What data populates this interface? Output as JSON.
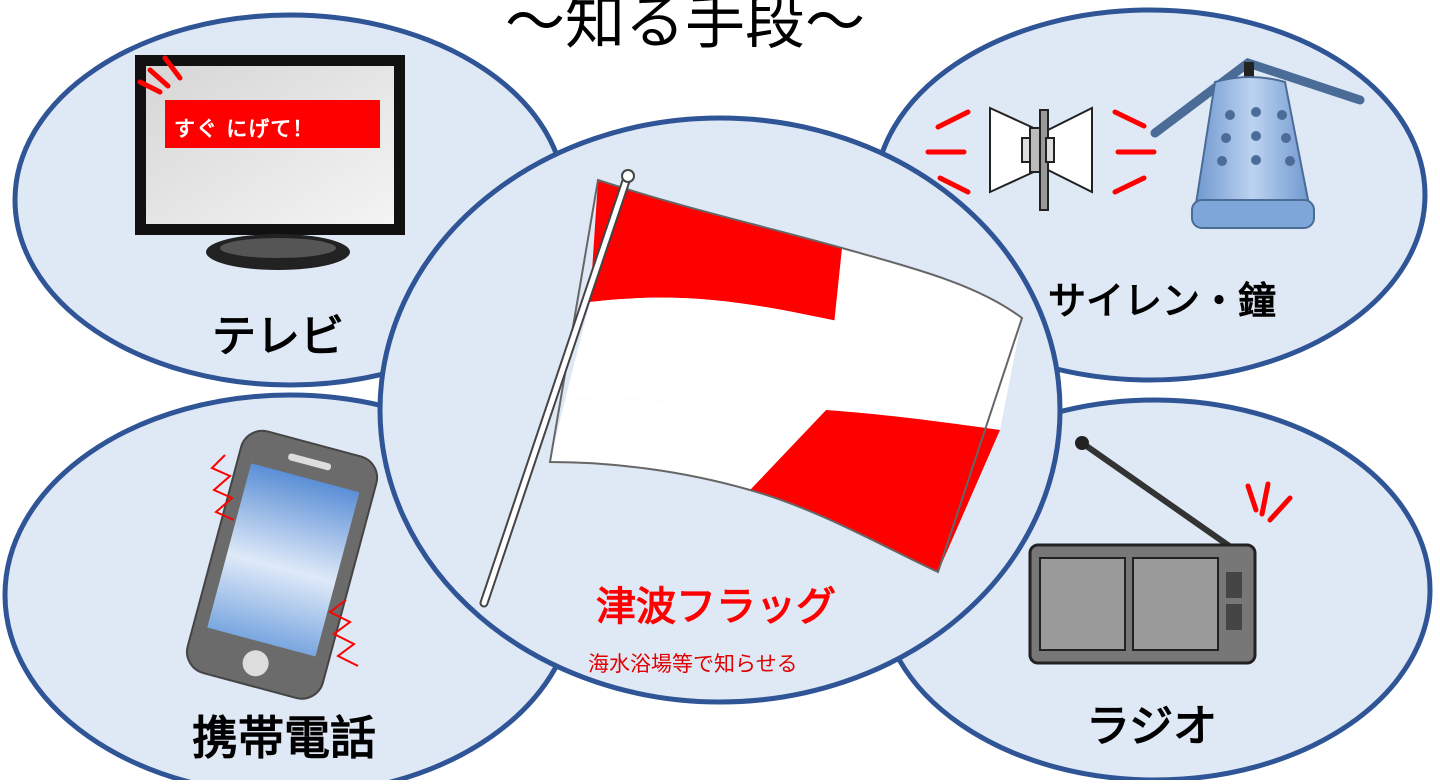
{
  "title": "〜知る手段〜",
  "items": {
    "tv": {
      "label": "テレビ",
      "screen_text": "すぐ にげて！"
    },
    "siren": {
      "label": "サイレン・鐘"
    },
    "phone": {
      "label": "携帯電話"
    },
    "radio": {
      "label": "ラジオ"
    },
    "flag": {
      "label": "津波フラッグ",
      "sublabel": "海水浴場等で知らせる"
    }
  },
  "colors": {
    "circle_fill": "#dfe8f5",
    "circle_stroke": "#2f5597",
    "alert_red": "#ff0000",
    "bell_blue": "#8fb2e0"
  },
  "icons": [
    "tv-icon",
    "speaker-siren-icon",
    "bell-icon",
    "smartphone-icon",
    "radio-icon",
    "flag-icon"
  ]
}
